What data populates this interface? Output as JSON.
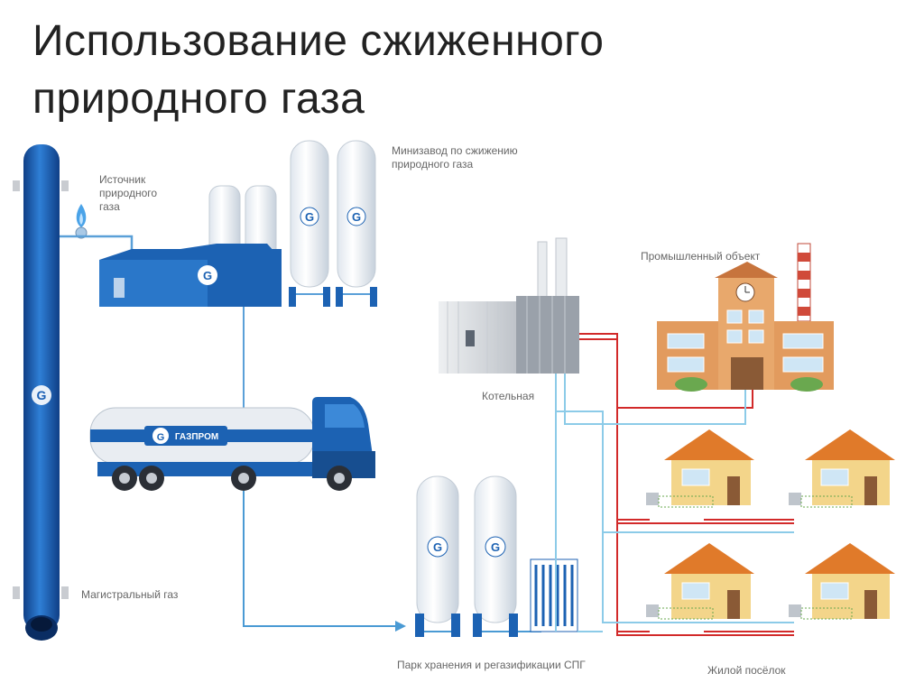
{
  "title": "Использование сжиженного природного газа",
  "labels": {
    "source": "Источник природного газа",
    "miniplant": "Минизавод по сжижению природного газа",
    "boiler": "Котельная",
    "industrial": "Промышленный объект",
    "pipeline": "Магистральный газ",
    "storage": "Парк хранения и регазификации СПГ",
    "village": "Жилой посёлок"
  },
  "truck_logo": "ГАЗПРОМ",
  "tank_mark": "G",
  "colors": {
    "pipe_blue": "#1a5fb4",
    "gas_line_blue": "#4a9ad4",
    "heat_line_red": "#d22a2a",
    "cold_line_lightblue": "#8ccbe8",
    "house_roof": "#e07a2a",
    "house_wall": "#f3d58a"
  }
}
